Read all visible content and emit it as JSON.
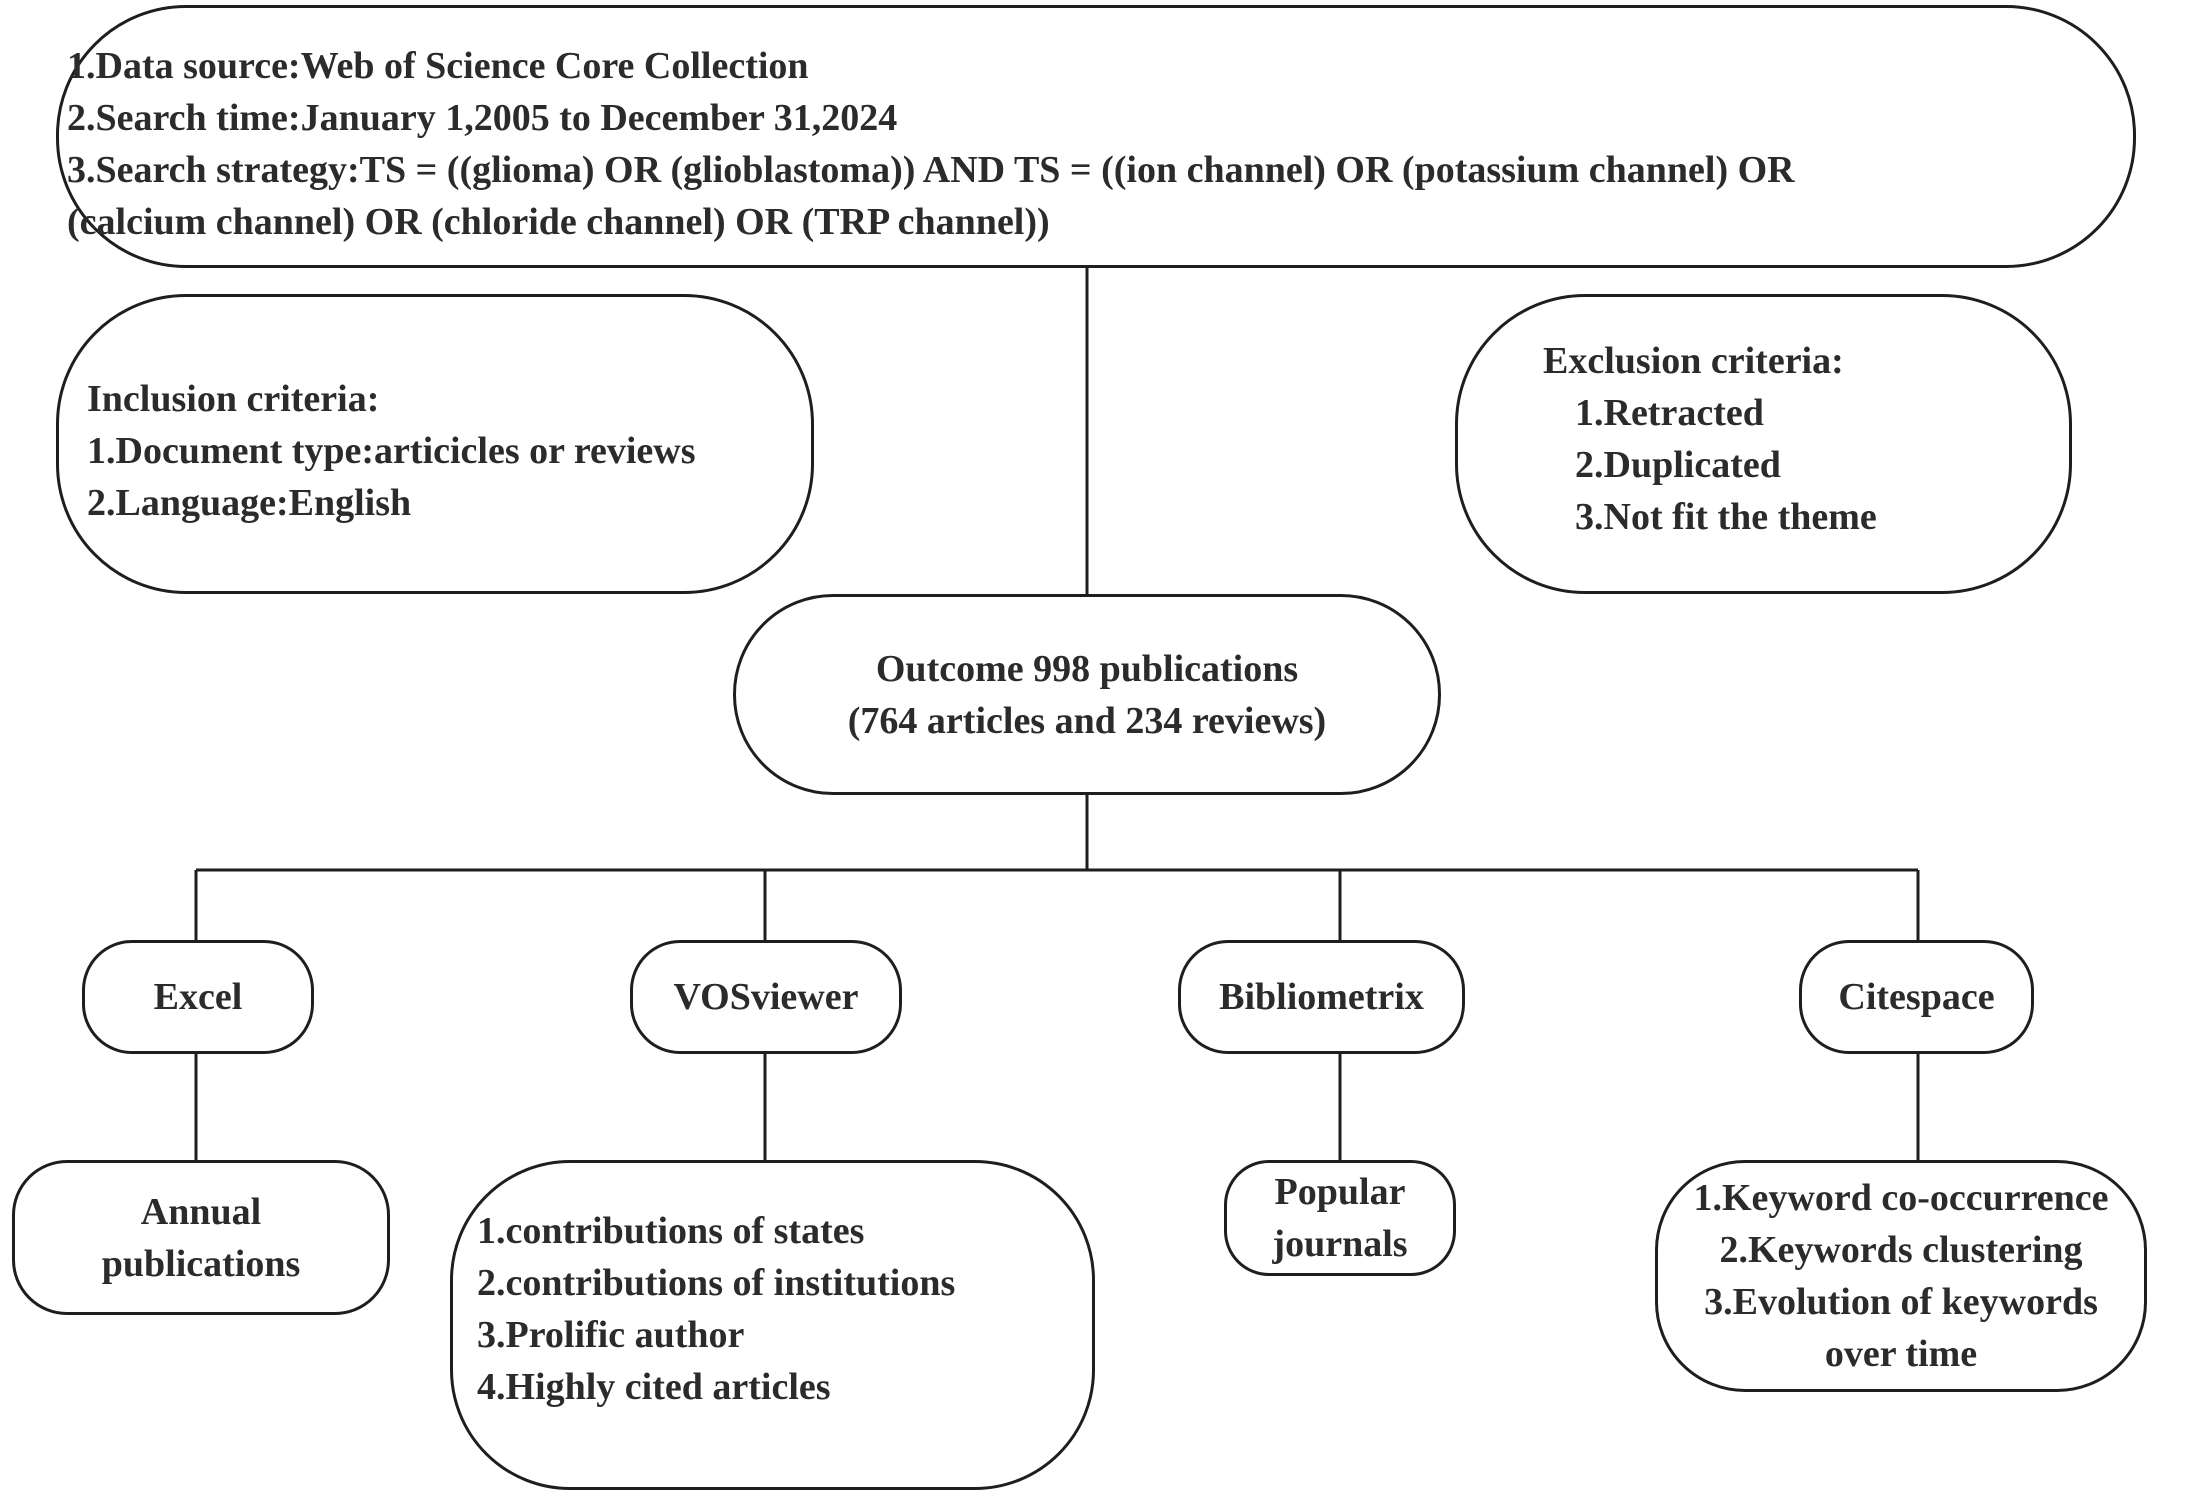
{
  "search_box": {
    "lines": [
      "1.Data source:Web of Science Core Collection",
      "2.Search time:January 1,2005 to December 31,2024",
      "3.Search strategy:TS = ((glioma) OR (glioblastoma)) AND TS = ((ion channel) OR (potassium channel) OR",
      "(calcium channel) OR (chloride channel) OR (TRP channel))"
    ]
  },
  "inclusion": {
    "title": "Inclusion criteria:",
    "items": [
      "1.Document type:articicles or reviews",
      "2.Language:English"
    ]
  },
  "exclusion": {
    "title": "Exclusion criteria:",
    "items": [
      "1.Retracted",
      "2.Duplicated",
      "3.Not fit the theme"
    ]
  },
  "outcome": {
    "line1": "Outcome 998 publications",
    "line2": "(764 articles and 234 reviews)"
  },
  "tools": [
    {
      "name": "Excel",
      "results": [
        "Annual",
        "publications"
      ]
    },
    {
      "name": "VOSviewer",
      "results": [
        "1.contributions of states",
        "2.contributions of institutions",
        "3.Prolific author",
        "4.Highly cited articles"
      ]
    },
    {
      "name": "Bibliometrix",
      "results": [
        "Popular",
        "journals"
      ]
    },
    {
      "name": "Citespace",
      "results": [
        "1.Keyword co-occurrence",
        "2.Keywords clustering",
        "3.Evolution of  keywords",
        "over time"
      ]
    }
  ]
}
